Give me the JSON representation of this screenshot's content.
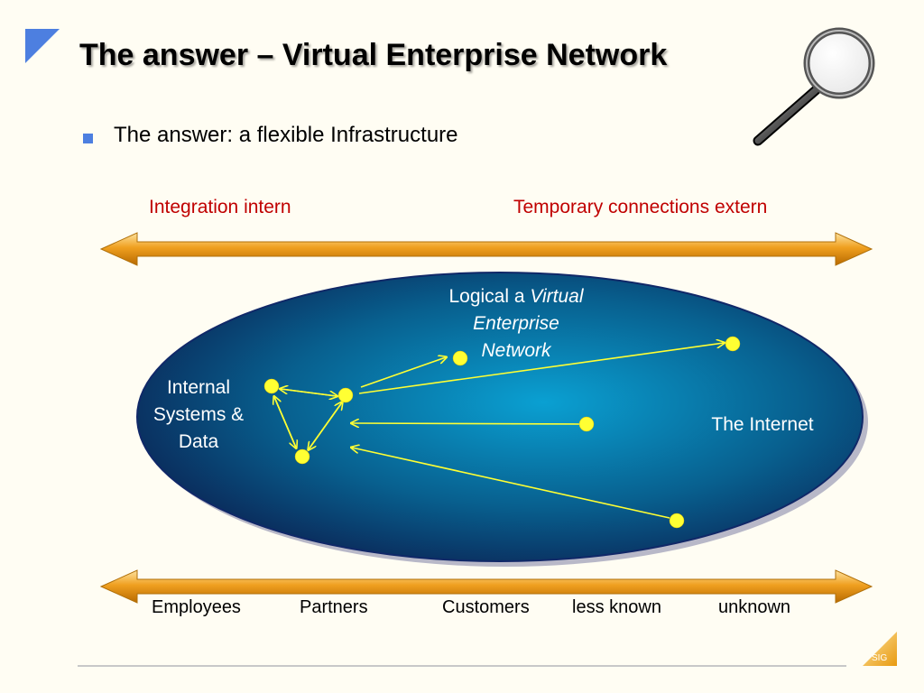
{
  "slide": {
    "title": "The answer – Virtual Enterprise Network",
    "bullet": "The answer: a flexible Infrastructure"
  },
  "top_axis": {
    "left_label": "Integration intern",
    "right_label": "Temporary connections extern"
  },
  "diagram": {
    "internal_label": "Internal Systems & Data",
    "logical_prefix": "Logical a ",
    "logical_italic_1": "Virtual",
    "logical_italic_2": "Enterprise",
    "logical_italic_3": "Network",
    "internet_label": "The Internet"
  },
  "bottom_axis": {
    "labels": [
      "Employees",
      "Partners",
      "Customers",
      "less known",
      "unknown"
    ]
  },
  "footer": {
    "logo": "SIG"
  },
  "colors": {
    "arrow_orange": "#e8980c",
    "ellipse_center": "#0aa0d2",
    "ellipse_edge": "#0a2a5a",
    "node_yellow": "#ffff33",
    "label_red": "#c00000",
    "accent_blue": "#4d7fe0"
  }
}
